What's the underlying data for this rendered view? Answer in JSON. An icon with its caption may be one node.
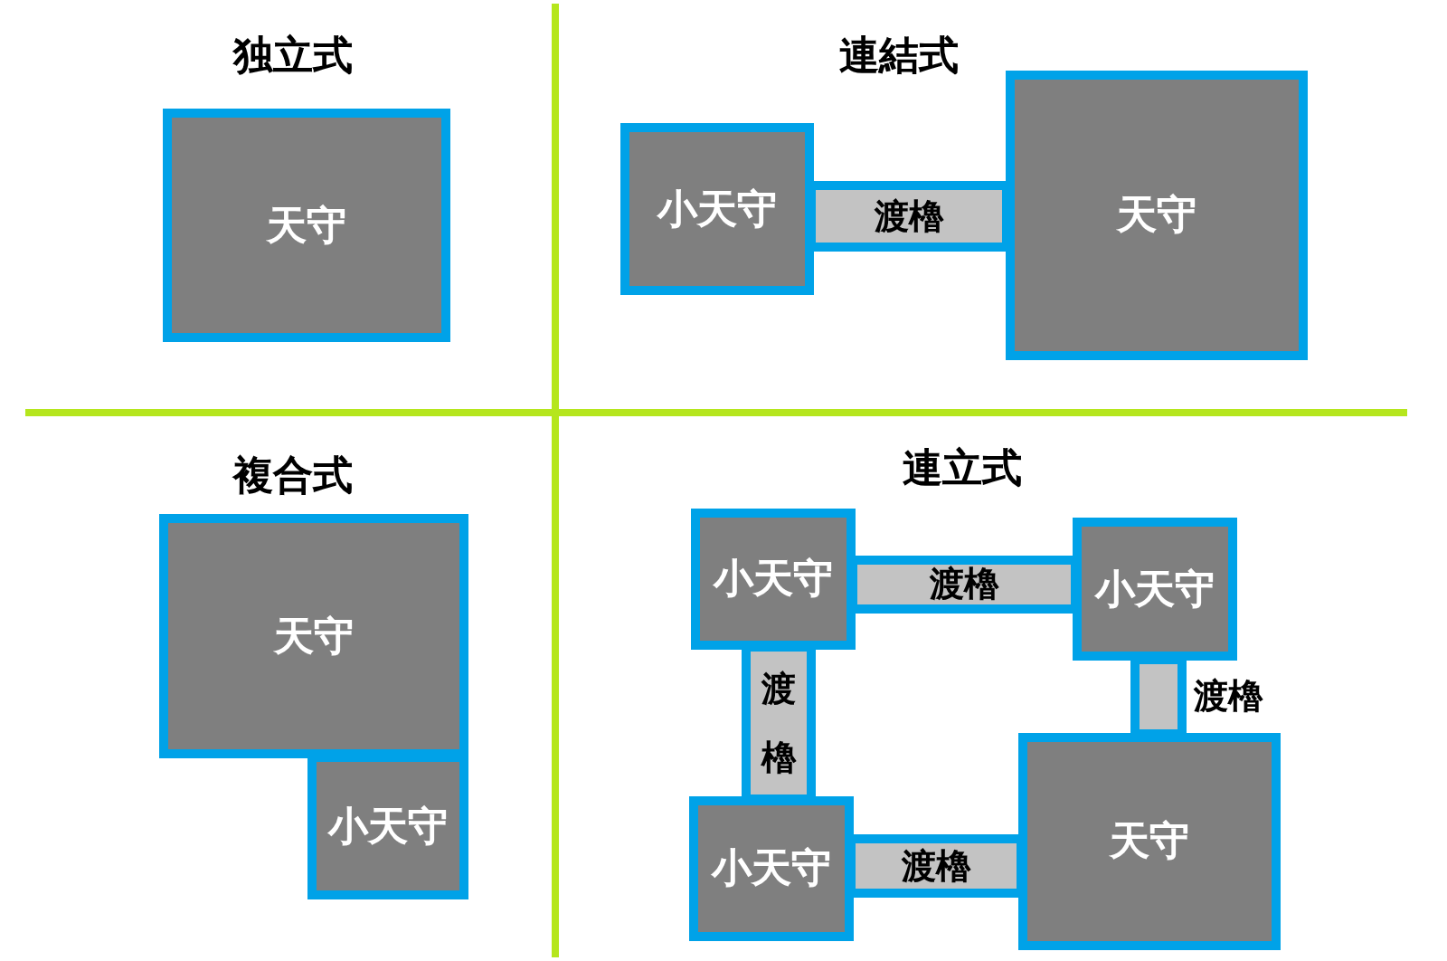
{
  "diagram": {
    "nodes": [
      {
        "text": [
          "天守"
        ]
      },
      {
        "text": [
          "小天守"
        ]
      },
      {
        "text": [
          "渡櫓"
        ]
      },
      {
        "text": [
          "天守"
        ]
      },
      {
        "text": [
          "天守"
        ]
      },
      {
        "text": [
          "小天守"
        ]
      },
      {
        "text": [
          "小天守"
        ]
      },
      {
        "text": [
          "渡櫓"
        ]
      },
      {
        "text": [
          "小天守"
        ]
      },
      {
        "text": [
          "渡櫓"
        ]
      },
      {
        "text": [],
        "shape": "bar",
        "beside": [
          "渡櫓"
        ]
      },
      {
        "text": [
          "小天守"
        ]
      },
      {
        "text": [
          "渡櫓"
        ]
      },
      {
        "text": [
          "天守"
        ]
      }
    ],
    "labels": [
      "独立式",
      "連結式",
      "複合式",
      "連立式"
    ]
  }
}
